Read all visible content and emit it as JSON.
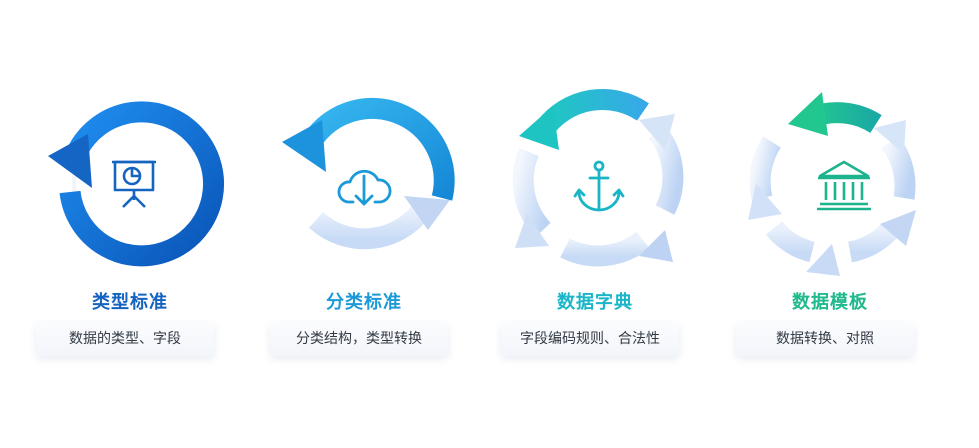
{
  "items": [
    {
      "title": "类型标准",
      "desc": "数据的类型、字段",
      "icon": "presentation-board-icon",
      "color": "#1563c0"
    },
    {
      "title": "分类标准",
      "desc": "分类结构，类型转换",
      "icon": "cloud-download-icon",
      "color": "#1c9ad8"
    },
    {
      "title": "数据字典",
      "desc": "字段编码规则、合法性",
      "icon": "anchor-icon",
      "color": "#1ab6c8"
    },
    {
      "title": "数据模板",
      "desc": "数据转换、对照",
      "icon": "bank-building-icon",
      "color": "#1fb98d"
    }
  ]
}
